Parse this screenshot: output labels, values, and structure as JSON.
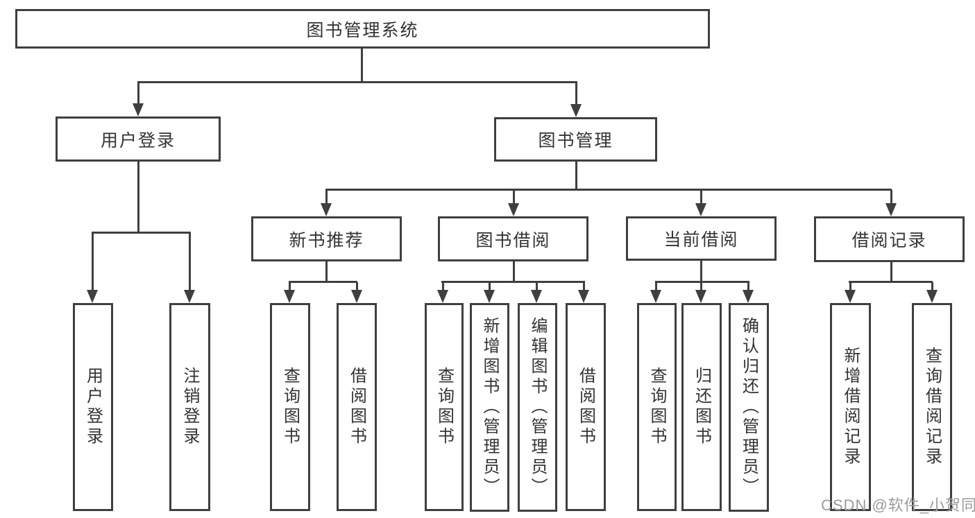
{
  "root": {
    "label": "图书管理系统"
  },
  "level2": {
    "user_login": {
      "label": "用户登录"
    },
    "book_management": {
      "label": "图书管理"
    }
  },
  "user_login_children": [
    {
      "label": "用户登录"
    },
    {
      "label": "注销登录"
    }
  ],
  "book_management_children": [
    {
      "label": "新书推荐",
      "children": [
        {
          "label": "查询图书"
        },
        {
          "label": "借阅图书"
        }
      ]
    },
    {
      "label": "图书借阅",
      "children": [
        {
          "label": "查询图书"
        },
        {
          "label": "新增图书（管理员）"
        },
        {
          "label": "编辑图书（管理员）"
        },
        {
          "label": "借阅图书"
        }
      ]
    },
    {
      "label": "当前借阅",
      "children": [
        {
          "label": "查询图书"
        },
        {
          "label": "归还图书"
        },
        {
          "label": "确认归还（管理员）"
        }
      ]
    },
    {
      "label": "借阅记录",
      "children": [
        {
          "label": "新增借阅记录"
        },
        {
          "label": "查询借阅记录"
        }
      ]
    }
  ],
  "watermark": "CSDN @软件_小贺同学",
  "colors": {
    "line": "#3f3f3f",
    "text": "#333333",
    "watermark": "#9b9b9b",
    "background": "#ffffff"
  }
}
